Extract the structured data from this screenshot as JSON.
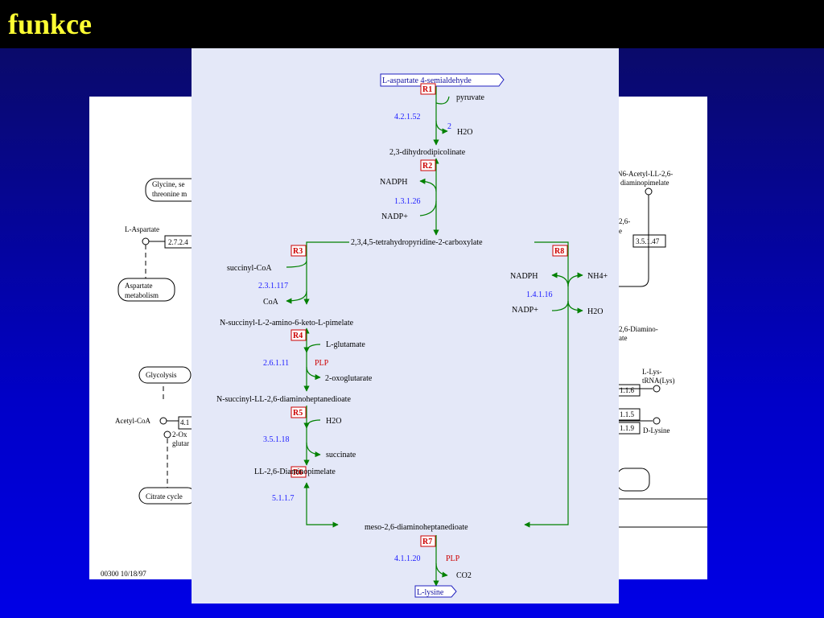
{
  "slide": {
    "title": "funkce"
  },
  "background_map": {
    "footer": "00300   10/18/97",
    "nodes": [
      "Glycine, se",
      "threonine m",
      "L-Aspartate",
      "2.7.2.4",
      "Aspartate",
      "metabolism",
      "Glycolysis",
      "Acetyl-CoA",
      "4.1",
      "2-Ox",
      "glutar",
      "Citrate cycle",
      "N6-Acetyl-LL-2,6-",
      "diaminopimelate",
      "3.5.1.47",
      "2,6-",
      "e",
      "2,6-Diamino-",
      "ate",
      "L-Lys-",
      "tRNA(Lys)",
      "1.1.6",
      "1.1.5",
      "1.1.9",
      "D-Lysine"
    ]
  },
  "pathway": {
    "compounds": {
      "l_aspartate_semialdehyde": "L-aspartate 4-semialdehyde",
      "pyruvate": "pyruvate",
      "water": "H2O",
      "dihydrodipicolinate": "2,3-dihydrodipicolinate",
      "nadph": "NADPH",
      "nadp": "NADP+",
      "tetrahydropyridine": "2,3,4,5-tetrahydropyridine-2-carboxylate",
      "succinyl_coa": "succinyl-CoA",
      "coa": "CoA",
      "n_succinyl_keto": "N-succinyl-L-2-amino-6-keto-L-pimelate",
      "l_glutamate": "L-glutamate",
      "oxoglutarate": "2-oxoglutarate",
      "n_succinyl_diamino": "N-succinyl-LL-2,6-diaminoheptanedioate",
      "succinate": "succinate",
      "ll_diaminopimelate": "LL-2,6-Diaminopimelate",
      "meso_diamino": "meso-2,6-diaminoheptanedioate",
      "co2": "CO2",
      "l_lysine": "L-lysine",
      "nh4": "NH4+"
    },
    "cofactor": "PLP",
    "stoichiometry": "2",
    "reactions": [
      {
        "id": "R1",
        "ec": "4.2.1.52"
      },
      {
        "id": "R2",
        "ec": "1.3.1.26"
      },
      {
        "id": "R3",
        "ec": "2.3.1.117"
      },
      {
        "id": "R4",
        "ec": "2.6.1.11"
      },
      {
        "id": "R5",
        "ec": "3.5.1.18"
      },
      {
        "id": "R6",
        "ec": "5.1.1.7"
      },
      {
        "id": "R7",
        "ec": "4.1.1.20"
      },
      {
        "id": "R8",
        "ec": "1.4.1.16"
      }
    ]
  }
}
